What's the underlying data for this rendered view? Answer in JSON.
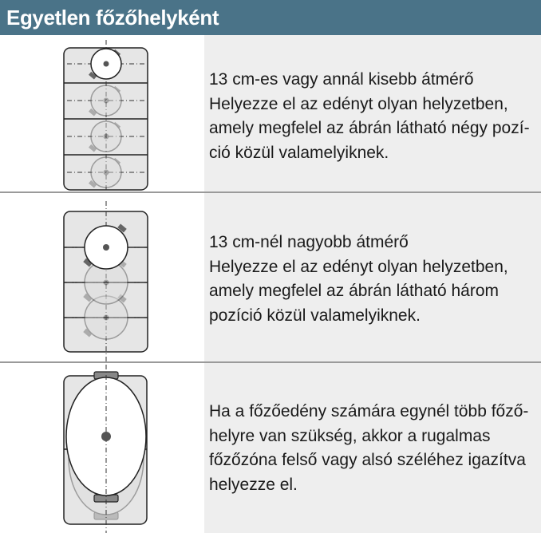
{
  "header": {
    "title": "Egyetlen főzőhelyként",
    "color": "#4a7388"
  },
  "rows": [
    {
      "lines": [
        "13 cm-es vagy annál kisebb átmérő",
        "Helyezze el az edényt olyan helyzetben,",
        "amely megfelel az ábrán látható négy pozí-",
        "ció közül valamelyiknek."
      ]
    },
    {
      "lines": [
        "13 cm-nél nagyobb átmérő",
        "Helyezze el az edényt olyan helyzetben,",
        "amely megfelel az ábrán látható három",
        "pozíció közül valamelyiknek."
      ]
    },
    {
      "lines": [
        "Ha a főzőedény számára egynél több főző-",
        "helyre van szükség, akkor a rugalmas",
        "főzőzóna felső vagy alsó széléhez igazítva",
        "helyezze el."
      ]
    }
  ]
}
